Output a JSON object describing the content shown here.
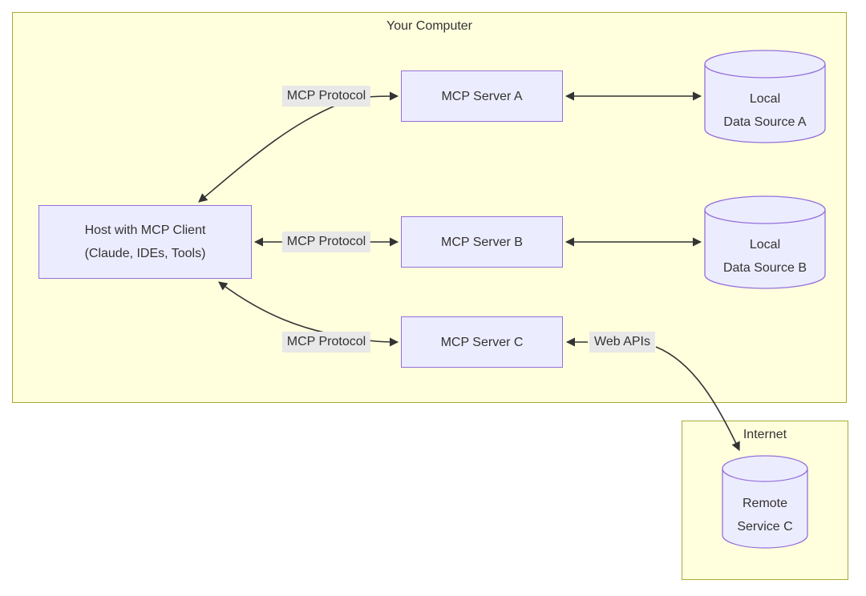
{
  "colors": {
    "page_bg": "#ffffff",
    "cluster_fill": "#ffffde",
    "cluster_border": "#aaaa33",
    "node_fill": "#ececff",
    "node_border": "#9370db",
    "edge_color": "#333333",
    "text_color": "#333333",
    "edge_label_bg": "#e8e8e8"
  },
  "containers": {
    "your_computer": {
      "title": "Your Computer"
    },
    "internet": {
      "title": "Internet"
    }
  },
  "nodes": {
    "host": {
      "line1": "Host with MCP Client",
      "line2": "(Claude, IDEs, Tools)"
    },
    "server_a": {
      "label": "MCP Server A"
    },
    "server_b": {
      "label": "MCP Server B"
    },
    "server_c": {
      "label": "MCP Server C"
    },
    "data_source_a": {
      "line1": "Local",
      "line2": "Data Source A"
    },
    "data_source_b": {
      "line1": "Local",
      "line2": "Data Source B"
    },
    "remote_service_c": {
      "line1": "Remote",
      "line2": "Service C"
    }
  },
  "edges": {
    "host_server_a": {
      "label": "MCP Protocol"
    },
    "host_server_b": {
      "label": "MCP Protocol"
    },
    "host_server_c": {
      "label": "MCP Protocol"
    },
    "server_c_remote": {
      "label": "Web APIs"
    }
  }
}
